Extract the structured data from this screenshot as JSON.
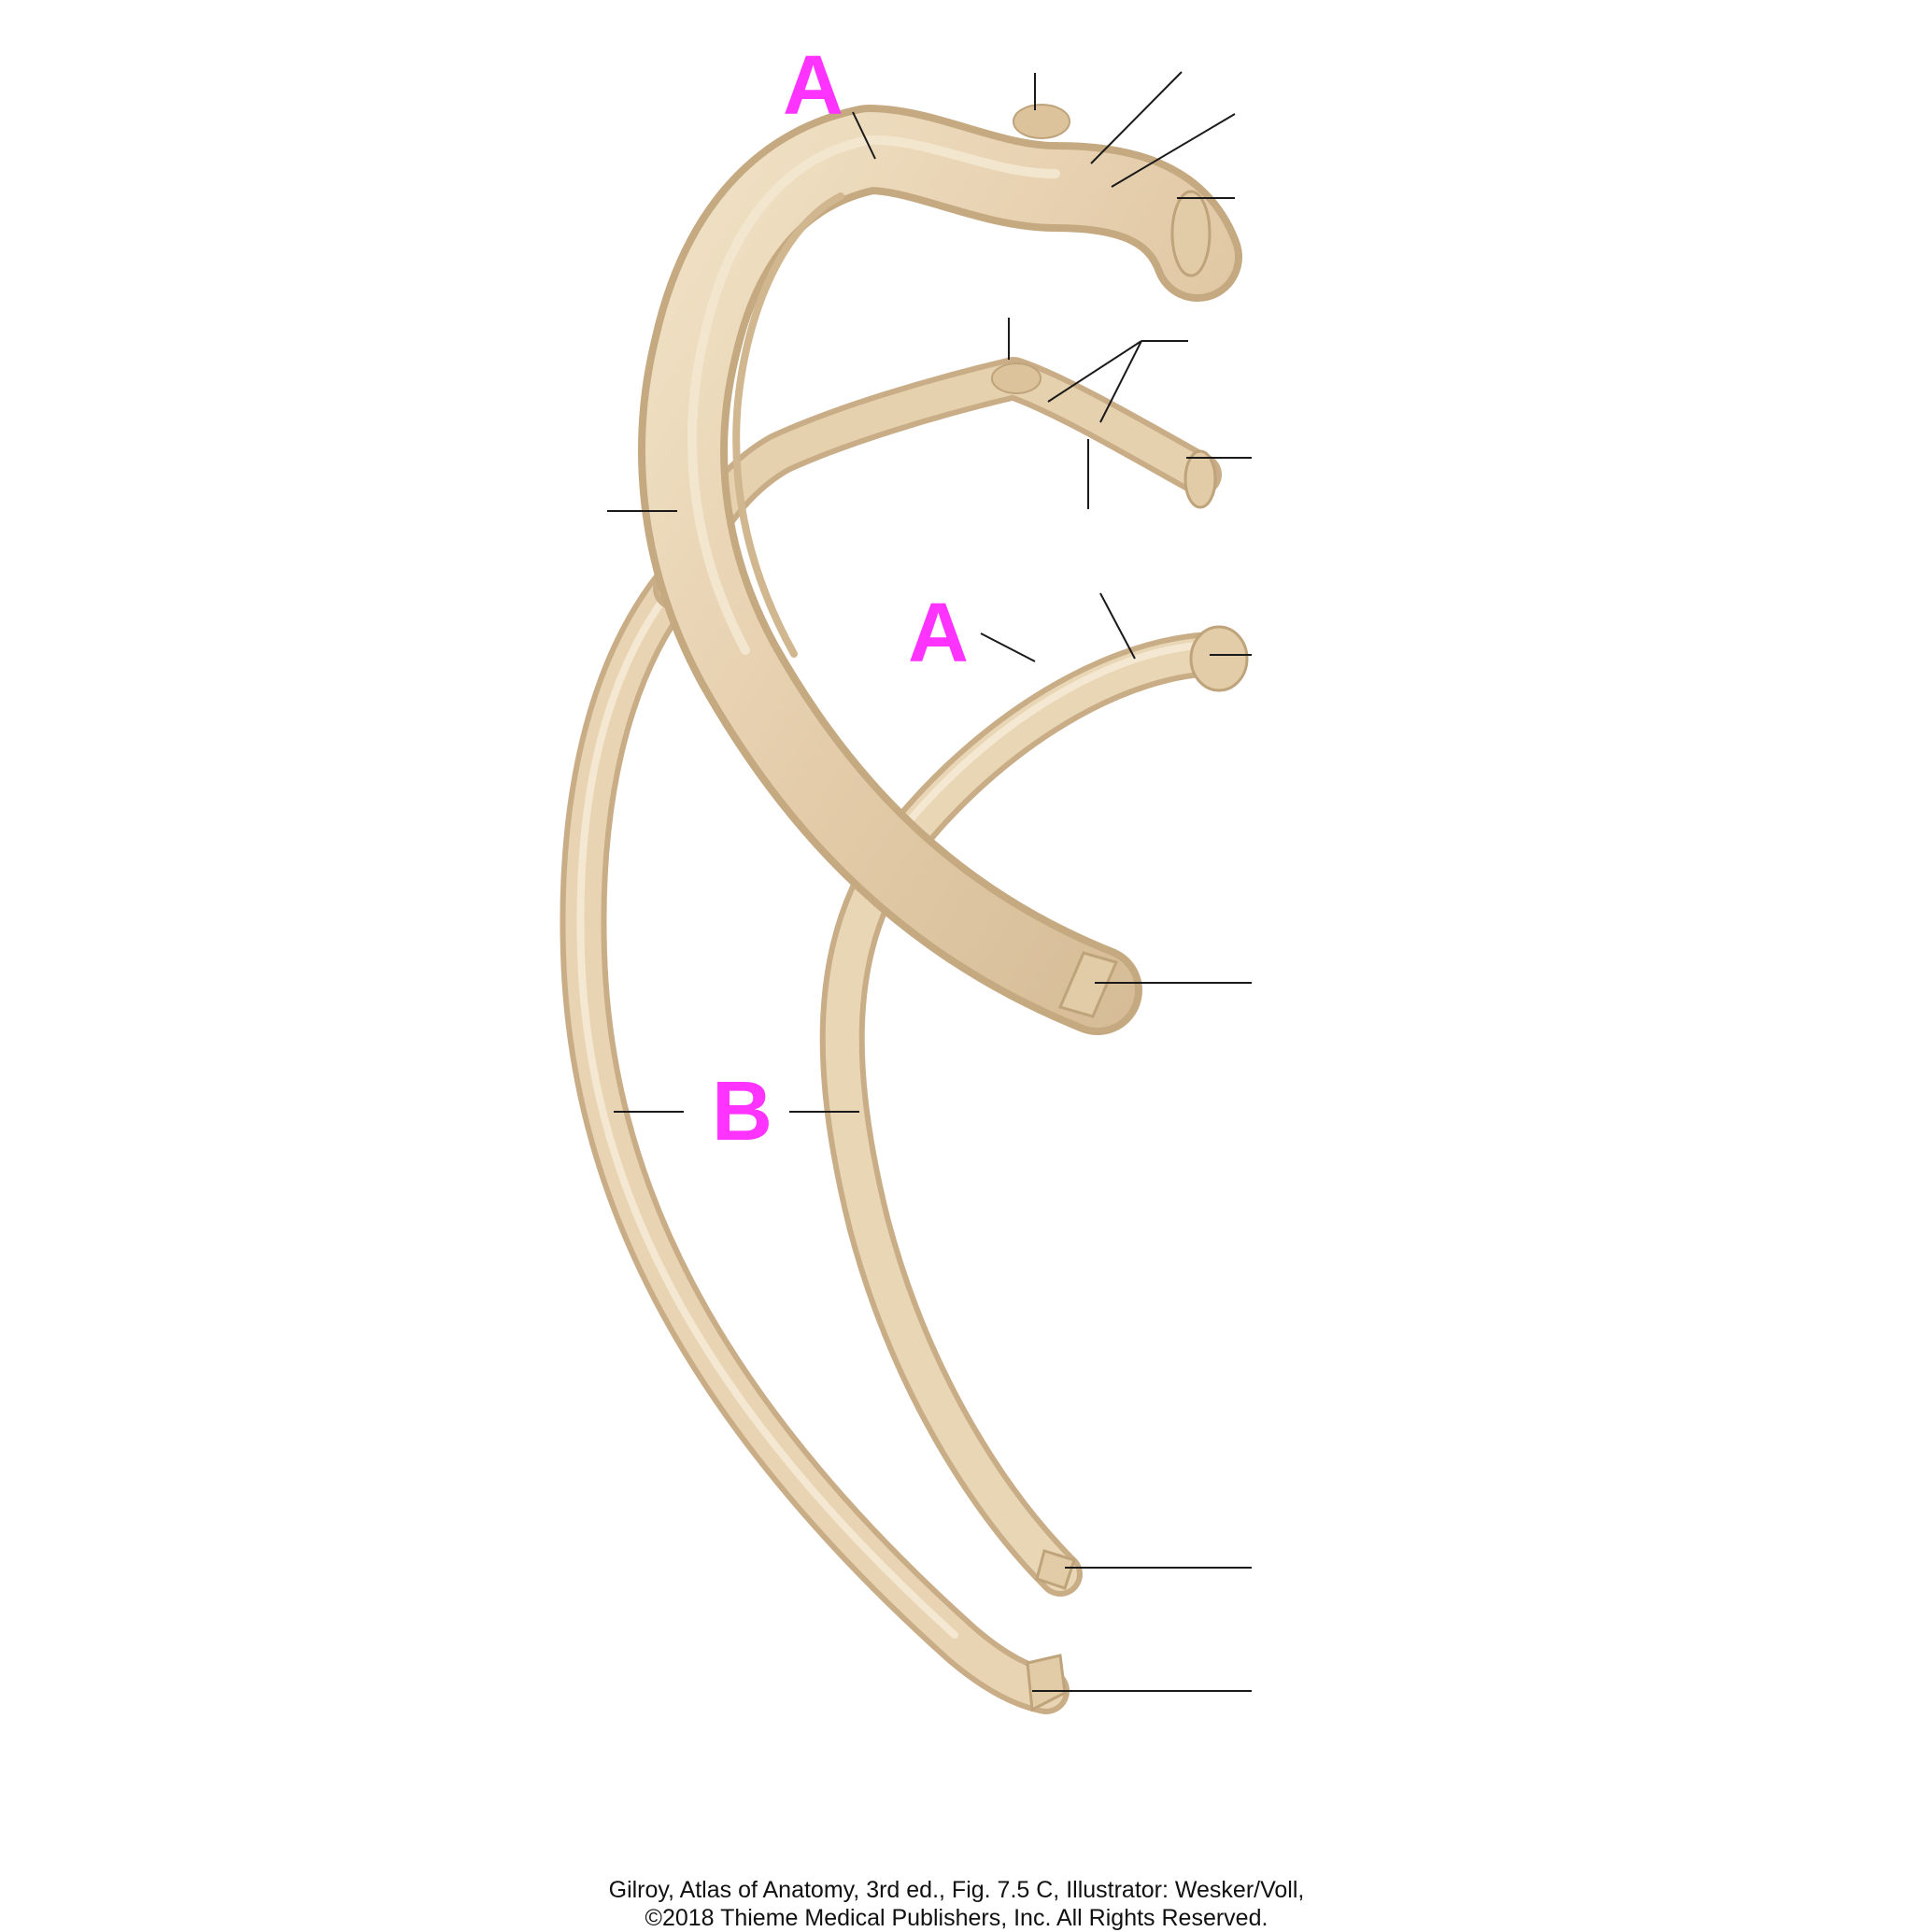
{
  "labels": {
    "a_upper": "A",
    "a_lower": "A",
    "b": "B"
  },
  "credit": {
    "line1": "Gilroy, Atlas of Anatomy, 3rd ed., Fig. 7.5 C, Illustrator: Wesker/Voll,",
    "line2": "©2018 Thieme Medical Publishers, Inc. All Rights Reserved."
  },
  "colors": {
    "label": "#ff33ff",
    "bone_fill": "#e7d2b0",
    "bone_shade": "#c9b08a",
    "bone_highlight": "#f3e6cf",
    "leader": "#1a1a1a"
  }
}
